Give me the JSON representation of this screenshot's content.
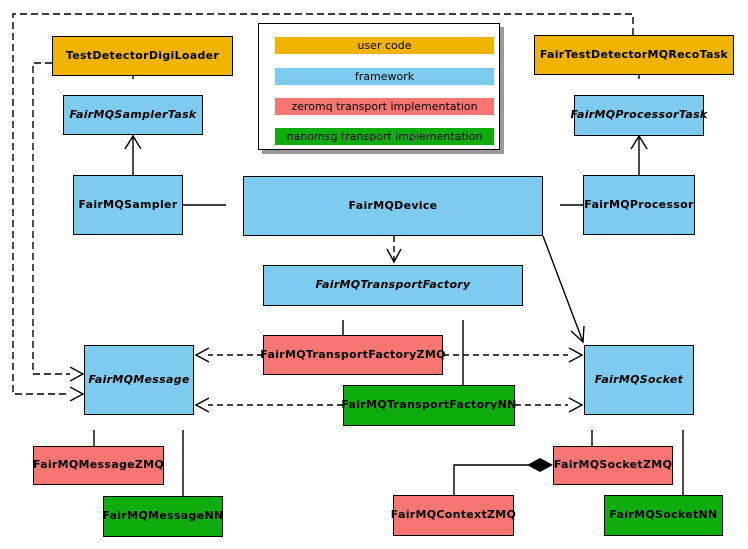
{
  "palette": {
    "user_code": "#F0B400",
    "framework": "#7DCCF0",
    "zeromq": "#F87672",
    "nanomsg": "#0EAD0E",
    "line": "#000000",
    "legend_shadow": "#999999",
    "background": "#FFFFFF"
  },
  "legend": {
    "items": [
      {
        "label": "user code",
        "category": "user_code"
      },
      {
        "label": "framework",
        "category": "framework"
      },
      {
        "label": "zeromq transport implementation",
        "category": "zeromq"
      },
      {
        "label": "nanomsg transport implementation",
        "category": "nanomsg"
      }
    ]
  },
  "nodes": {
    "testDetectorDigiLoader": {
      "label": "TestDetectorDigiLoader",
      "category": "user_code",
      "abstract": false
    },
    "fairTestDetectorMQRecoTask": {
      "label": "FairTestDetectorMQRecoTask",
      "category": "user_code",
      "abstract": false
    },
    "fairMQSamplerTask": {
      "label": "FairMQSamplerTask",
      "category": "framework",
      "abstract": true
    },
    "fairMQProcessorTask": {
      "label": "FairMQProcessorTask",
      "category": "framework",
      "abstract": true
    },
    "fairMQSampler": {
      "label": "FairMQSampler",
      "category": "framework",
      "abstract": false
    },
    "fairMQDevice": {
      "label": "FairMQDevice",
      "category": "framework",
      "abstract": false
    },
    "fairMQProcessor": {
      "label": "FairMQProcessor",
      "category": "framework",
      "abstract": false
    },
    "fairMQTransportFactory": {
      "label": "FairMQTransportFactory",
      "category": "framework",
      "abstract": true
    },
    "fairMQTransportFactoryZMQ": {
      "label": "FairMQTransportFactoryZMQ",
      "category": "zeromq",
      "abstract": false
    },
    "fairMQTransportFactoryNN": {
      "label": "FairMQTransportFactoryNN",
      "category": "nanomsg",
      "abstract": false
    },
    "fairMQMessage": {
      "label": "FairMQMessage",
      "category": "framework",
      "abstract": true
    },
    "fairMQSocket": {
      "label": "FairMQSocket",
      "category": "framework",
      "abstract": true
    },
    "fairMQMessageZMQ": {
      "label": "FairMQMessageZMQ",
      "category": "zeromq",
      "abstract": false
    },
    "fairMQMessageNN": {
      "label": "FairMQMessageNN",
      "category": "nanomsg",
      "abstract": false
    },
    "fairMQSocketZMQ": {
      "label": "FairMQSocketZMQ",
      "category": "zeromq",
      "abstract": false
    },
    "fairMQSocketNN": {
      "label": "FairMQSocketNN",
      "category": "nanomsg",
      "abstract": false
    },
    "fairMQContextZMQ": {
      "label": "FairMQContextZMQ",
      "category": "zeromq",
      "abstract": false
    }
  },
  "edges": [
    {
      "from": "TestDetectorDigiLoader",
      "to": "FairMQSamplerTask",
      "type": "generalization",
      "line": "solid",
      "head": "hollow-triangle"
    },
    {
      "from": "FairTestDetectorMQRecoTask",
      "to": "FairMQProcessorTask",
      "type": "generalization",
      "line": "solid",
      "head": "hollow-triangle"
    },
    {
      "from": "FairMQSampler",
      "to": "FairMQSamplerTask",
      "type": "association",
      "line": "solid",
      "head": "open-arrow"
    },
    {
      "from": "FairMQProcessor",
      "to": "FairMQProcessorTask",
      "type": "association",
      "line": "solid",
      "head": "open-arrow"
    },
    {
      "from": "FairMQSampler",
      "to": "FairMQDevice",
      "type": "generalization",
      "line": "solid",
      "head": "hollow-triangle"
    },
    {
      "from": "FairMQProcessor",
      "to": "FairMQDevice",
      "type": "generalization",
      "line": "solid",
      "head": "hollow-triangle"
    },
    {
      "from": "FairMQDevice",
      "to": "FairMQTransportFactory",
      "type": "dependency",
      "line": "dashed",
      "head": "open-arrow"
    },
    {
      "from": "FairMQDevice",
      "to": "FairMQSocket",
      "type": "association",
      "line": "solid",
      "head": "open-arrow"
    },
    {
      "from": "FairMQTransportFactoryZMQ",
      "to": "FairMQTransportFactory",
      "type": "generalization",
      "line": "solid",
      "head": "hollow-triangle"
    },
    {
      "from": "FairMQTransportFactoryNN",
      "to": "FairMQTransportFactory",
      "type": "generalization",
      "line": "solid",
      "head": "hollow-triangle"
    },
    {
      "from": "FairMQTransportFactoryZMQ",
      "to": "FairMQMessage",
      "type": "dependency",
      "line": "dashed",
      "head": "open-arrow"
    },
    {
      "from": "FairMQTransportFactoryZMQ",
      "to": "FairMQSocket",
      "type": "dependency",
      "line": "dashed",
      "head": "open-arrow"
    },
    {
      "from": "FairMQTransportFactoryNN",
      "to": "FairMQMessage",
      "type": "dependency",
      "line": "dashed",
      "head": "open-arrow"
    },
    {
      "from": "FairMQTransportFactoryNN",
      "to": "FairMQSocket",
      "type": "dependency",
      "line": "dashed",
      "head": "open-arrow"
    },
    {
      "from": "TestDetectorDigiLoader",
      "to": "FairMQMessage",
      "type": "dependency",
      "line": "dashed",
      "head": "open-arrow"
    },
    {
      "from": "FairTestDetectorMQRecoTask",
      "to": "FairMQMessage",
      "type": "dependency",
      "line": "dashed",
      "head": "open-arrow"
    },
    {
      "from": "FairMQMessageZMQ",
      "to": "FairMQMessage",
      "type": "generalization",
      "line": "solid",
      "head": "hollow-triangle"
    },
    {
      "from": "FairMQMessageNN",
      "to": "FairMQMessage",
      "type": "generalization",
      "line": "solid",
      "head": "hollow-triangle"
    },
    {
      "from": "FairMQSocketZMQ",
      "to": "FairMQSocket",
      "type": "generalization",
      "line": "solid",
      "head": "hollow-triangle"
    },
    {
      "from": "FairMQSocketNN",
      "to": "FairMQSocket",
      "type": "generalization",
      "line": "solid",
      "head": "hollow-triangle"
    },
    {
      "from": "FairMQContextZMQ",
      "to": "FairMQSocketZMQ",
      "type": "composition",
      "line": "solid",
      "head": "filled-diamond"
    }
  ]
}
